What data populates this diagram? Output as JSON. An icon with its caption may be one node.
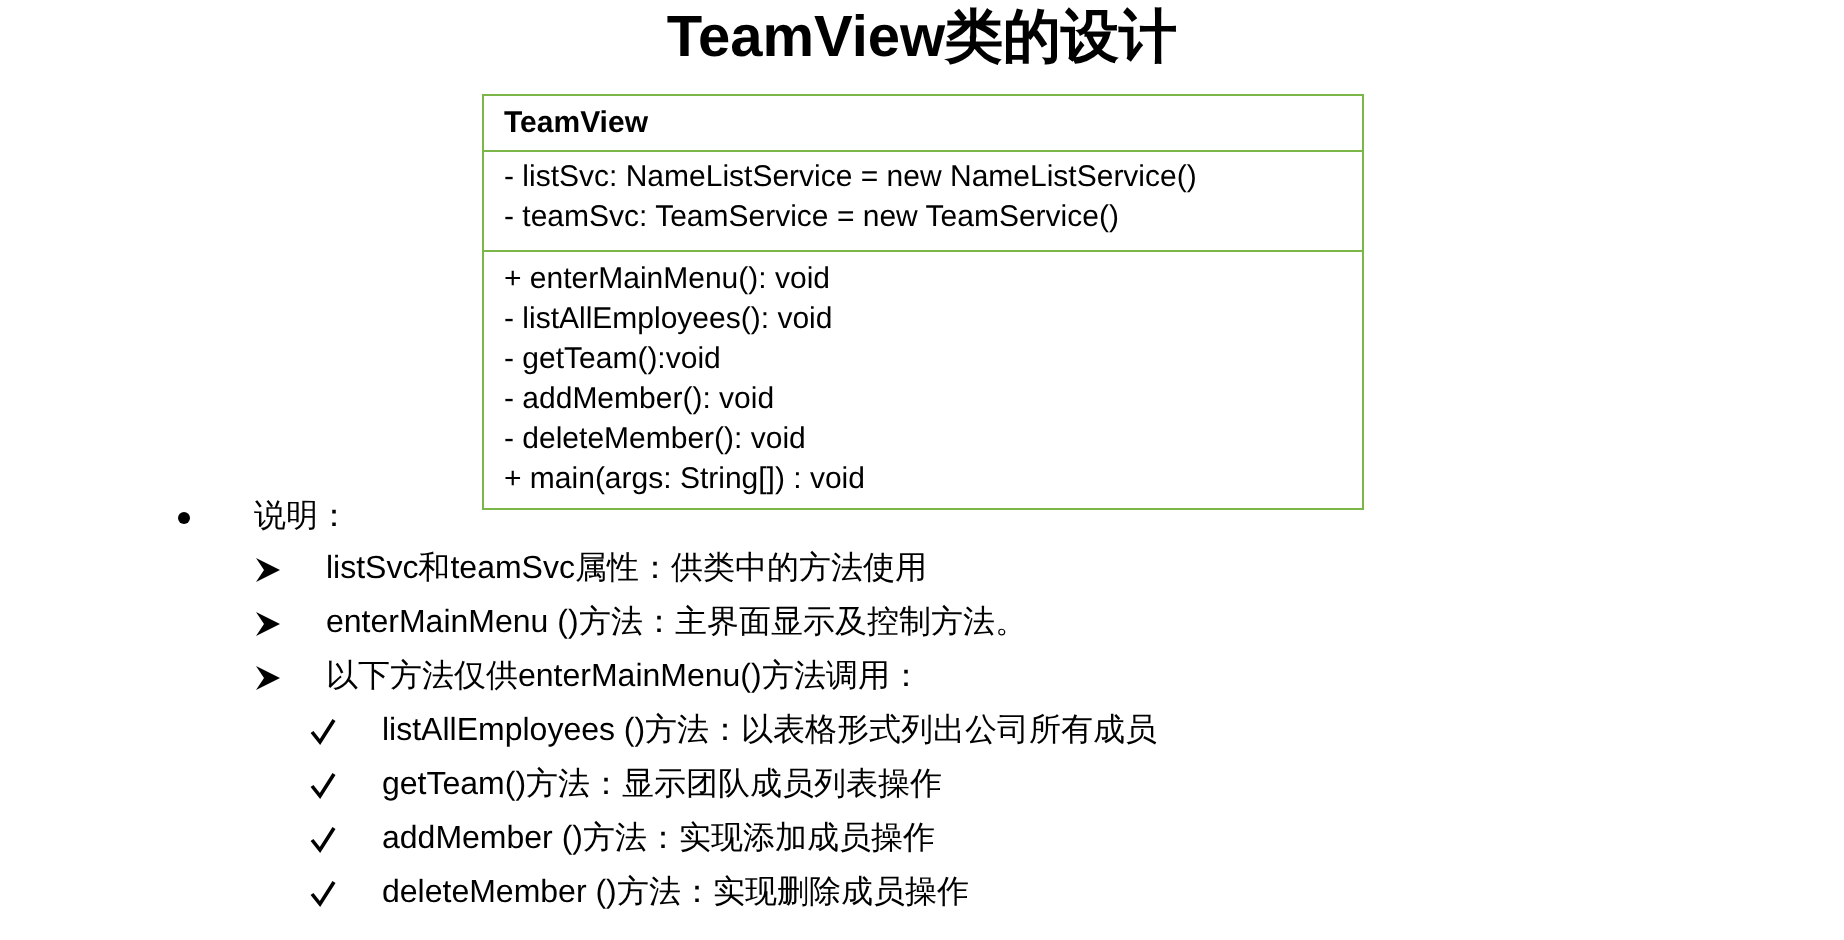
{
  "diagram": {
    "title": "TeamView类的设计",
    "nodes": [
      {
        "text": [
          "TeamView"
        ]
      },
      {
        "text": [
          "- listSvc: NameListService = new NameListService()",
          "- teamSvc: TeamService = new TeamService()"
        ]
      },
      {
        "text": [
          "+ enterMainMenu(): void",
          "- listAllEmployees(): void",
          "- getTeam():void",
          "- addMember(): void",
          "- deleteMember(): void",
          "+ main(args: String[]) : void"
        ]
      }
    ],
    "labels": [
      "说明：",
      "listSvc和teamSvc属性：供类中的方法使用",
      "enterMainMenu ()方法：主界面显示及控制方法。",
      "以下方法仅供enterMainMenu()方法调用：",
      "listAllEmployees ()方法：以表格形式列出公司所有成员",
      "getTeam()方法：显示团队成员列表操作",
      "addMember ()方法：实现添加成员操作",
      "deleteMember ()方法：实现删除成员操作"
    ]
  }
}
